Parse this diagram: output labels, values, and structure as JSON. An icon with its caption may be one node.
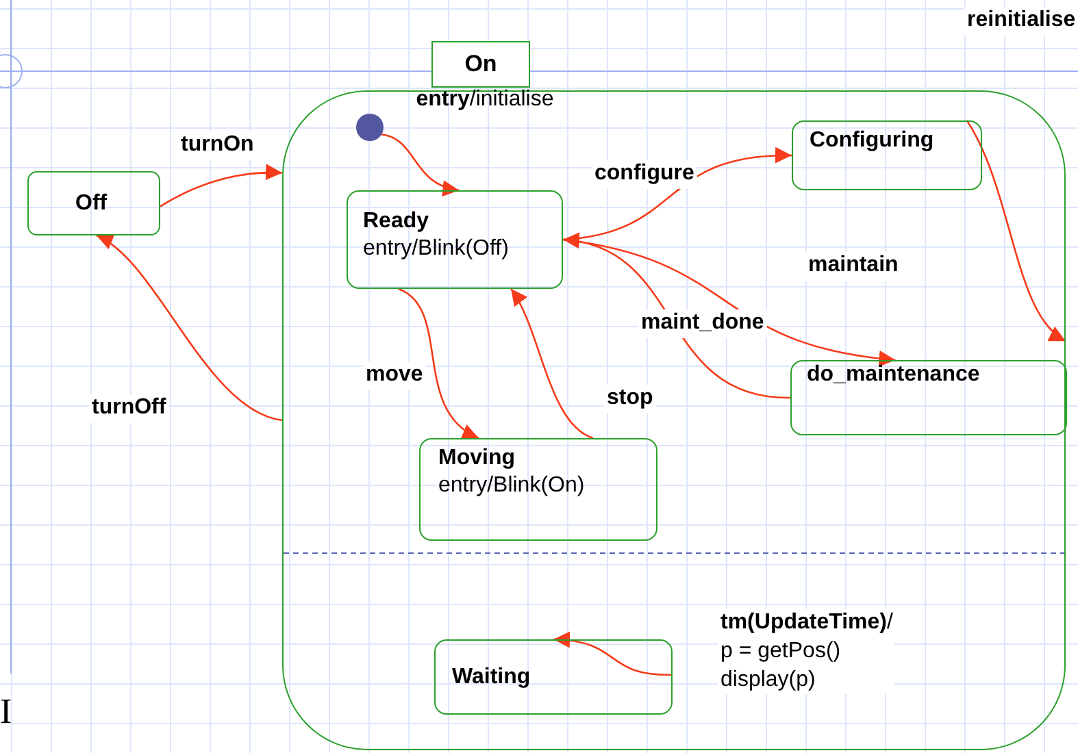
{
  "diagram": {
    "nodes": [
      {
        "text": [
          "On",
          "**entry**/initialise"
        ]
      },
      {
        "text": [
          "Off"
        ]
      },
      {
        "text": [],
        "shape": "circle",
        "in": 0
      },
      {
        "text": [
          "Ready",
          "entry/Blink(Off)"
        ],
        "in": 0
      },
      {
        "text": [
          "Configuring"
        ],
        "in": 0
      },
      {
        "text": [
          "do_maintenance"
        ],
        "in": 0
      },
      {
        "text": [
          "Moving",
          "entry/Blink(On)"
        ],
        "in": 0
      },
      {
        "text": [
          "Waiting"
        ],
        "in": 0
      }
    ],
    "edges": [
      {
        "from": 1,
        "to": 0,
        "arrow": "to",
        "label": "turnOn"
      },
      {
        "from": 0,
        "to": 1,
        "arrow": "to",
        "label": "turnOff"
      },
      {
        "from": 2,
        "to": 3,
        "arrow": "to"
      },
      {
        "from": 3,
        "to": 4,
        "arrow": "to",
        "label": "configure"
      },
      {
        "from": 3,
        "to": 5,
        "arrow": "to",
        "label": "maintain"
      },
      {
        "from": 5,
        "to": 3,
        "arrow": "to",
        "label": "maint_done"
      },
      {
        "from": 3,
        "to": 6,
        "arrow": "to",
        "label": "move"
      },
      {
        "from": 6,
        "to": 3,
        "arrow": "to",
        "label": "stop"
      },
      {
        "from": 4,
        "to": 0,
        "arrow": "to",
        "label": "reinitialise"
      },
      {
        "from": 7,
        "to": 7,
        "arrow": "to",
        "label": "**tm(UpdateTime)**/ p = getPos() display(p)"
      }
    ],
    "labels": [
      "I"
    ]
  }
}
